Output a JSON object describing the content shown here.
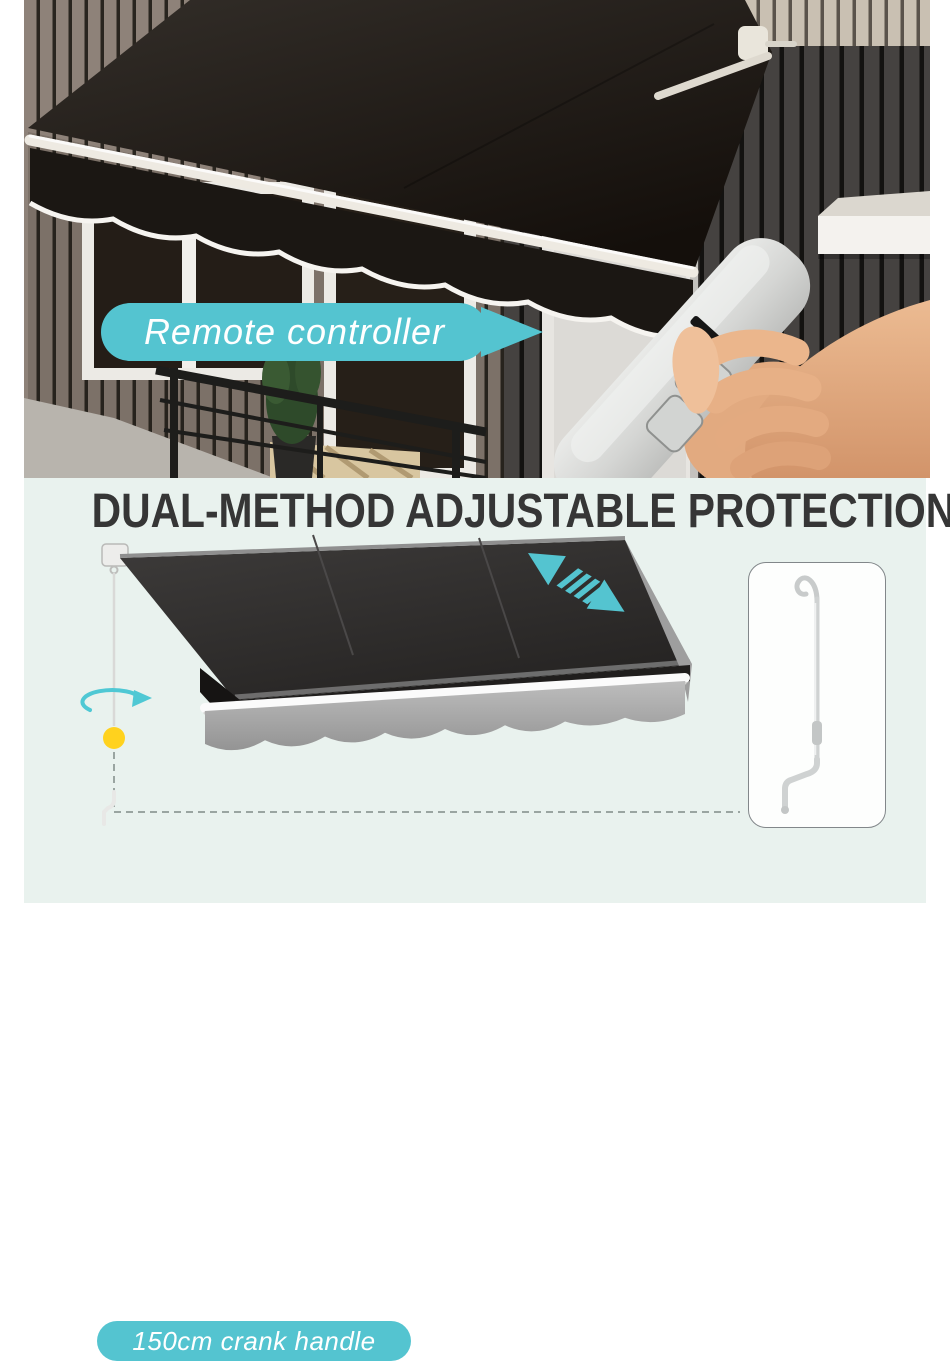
{
  "hero": {
    "callout_label": "Remote controller"
  },
  "info": {
    "title": "DUAL-METHOD ADJUSTABLE PROTECTION",
    "crank_label": "150cm crank handle"
  },
  "colors": {
    "teal_accent": "#54C4D0",
    "yellow_indicator": "#FFD21E",
    "info_background": "#E9F2EE",
    "heading_text": "#363636",
    "label_text": "#FFFFFF",
    "awning_fabric": "#221E1A"
  },
  "icons": {
    "callout_arrow": "arrow-right-icon",
    "extend_retract": "extend-retract-arrow-icon",
    "rotate": "rotate-arrow-icon",
    "crank": "crank-handle-icon"
  }
}
